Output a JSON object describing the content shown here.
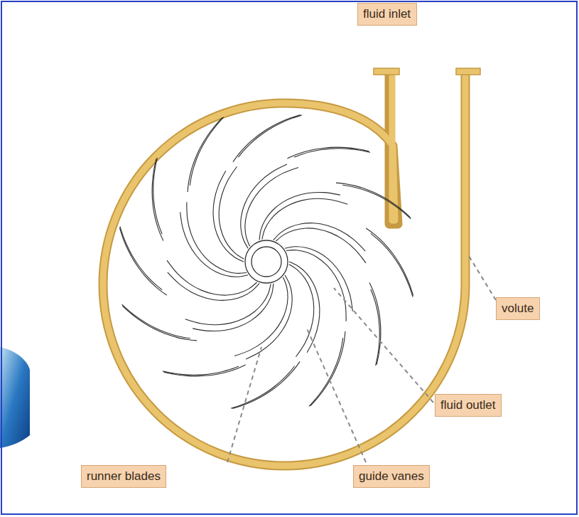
{
  "diagram": {
    "nodes": [
      {
        "text": [
          "fluid inlet"
        ]
      },
      {
        "text": [
          "volute"
        ]
      },
      {
        "text": [
          "fluid outlet"
        ]
      },
      {
        "text": [
          "runner blades"
        ]
      },
      {
        "text": [
          "guide vanes"
        ]
      }
    ]
  }
}
